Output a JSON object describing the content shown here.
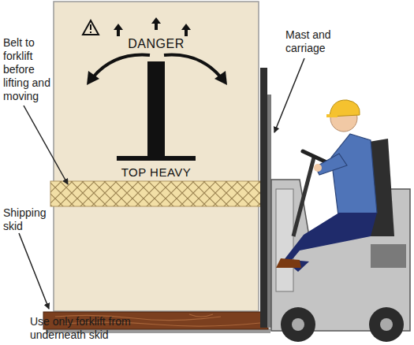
{
  "diagram": {
    "nodes": [
      {
        "text": [
          "DANGER",
          "TOP HEAVY"
        ]
      }
    ],
    "labels": [
      "Belt to forklift before lifting and moving",
      "Mast and carriage",
      "Shipping skid",
      "Use only forklift from underneath skid"
    ]
  }
}
